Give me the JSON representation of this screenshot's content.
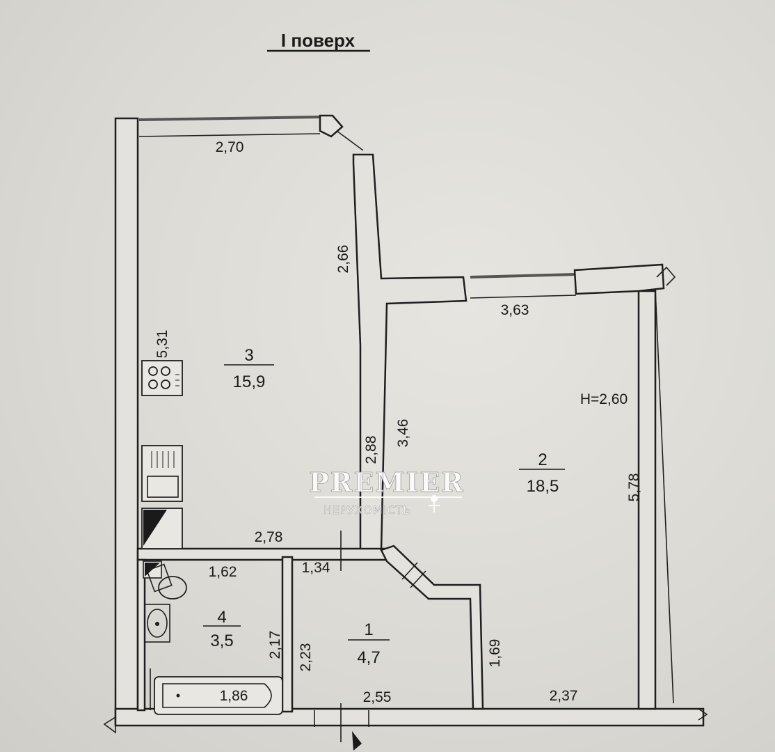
{
  "floor_title": "I поверх",
  "rooms": [
    {
      "number": "3",
      "area": "15,9"
    },
    {
      "number": "2",
      "area": "18,5"
    },
    {
      "number": "4",
      "area": "3,5"
    },
    {
      "number": "1",
      "area": "4,7"
    }
  ],
  "dimensions": {
    "kitchen_top": "2,70",
    "kitchen_left": "5,31",
    "kitchen_right_upper": "2,66",
    "kitchen_right_lower": "2,88",
    "kitchen_bottom": "2,78",
    "living_top": "3,63",
    "living_left": "3,46",
    "living_right": "5,78",
    "living_bottom": "2,37",
    "living_lower_left": "1,69",
    "ceiling_height": "H=2,60",
    "bath_top": "1,62",
    "bath_right": "2,17",
    "bath_bottom": "1,86",
    "hall_top": "1,34",
    "hall_left": "2,23",
    "hall_bottom": "2,55"
  },
  "watermark": {
    "brand": "PREMIER",
    "subtitle": "НЕРУХОМІСТЬ"
  },
  "icons": [
    "stove-icon",
    "sink-icon",
    "toilet-icon",
    "washbasin-icon",
    "bathtub-icon",
    "ventilation-shaft-icon"
  ]
}
